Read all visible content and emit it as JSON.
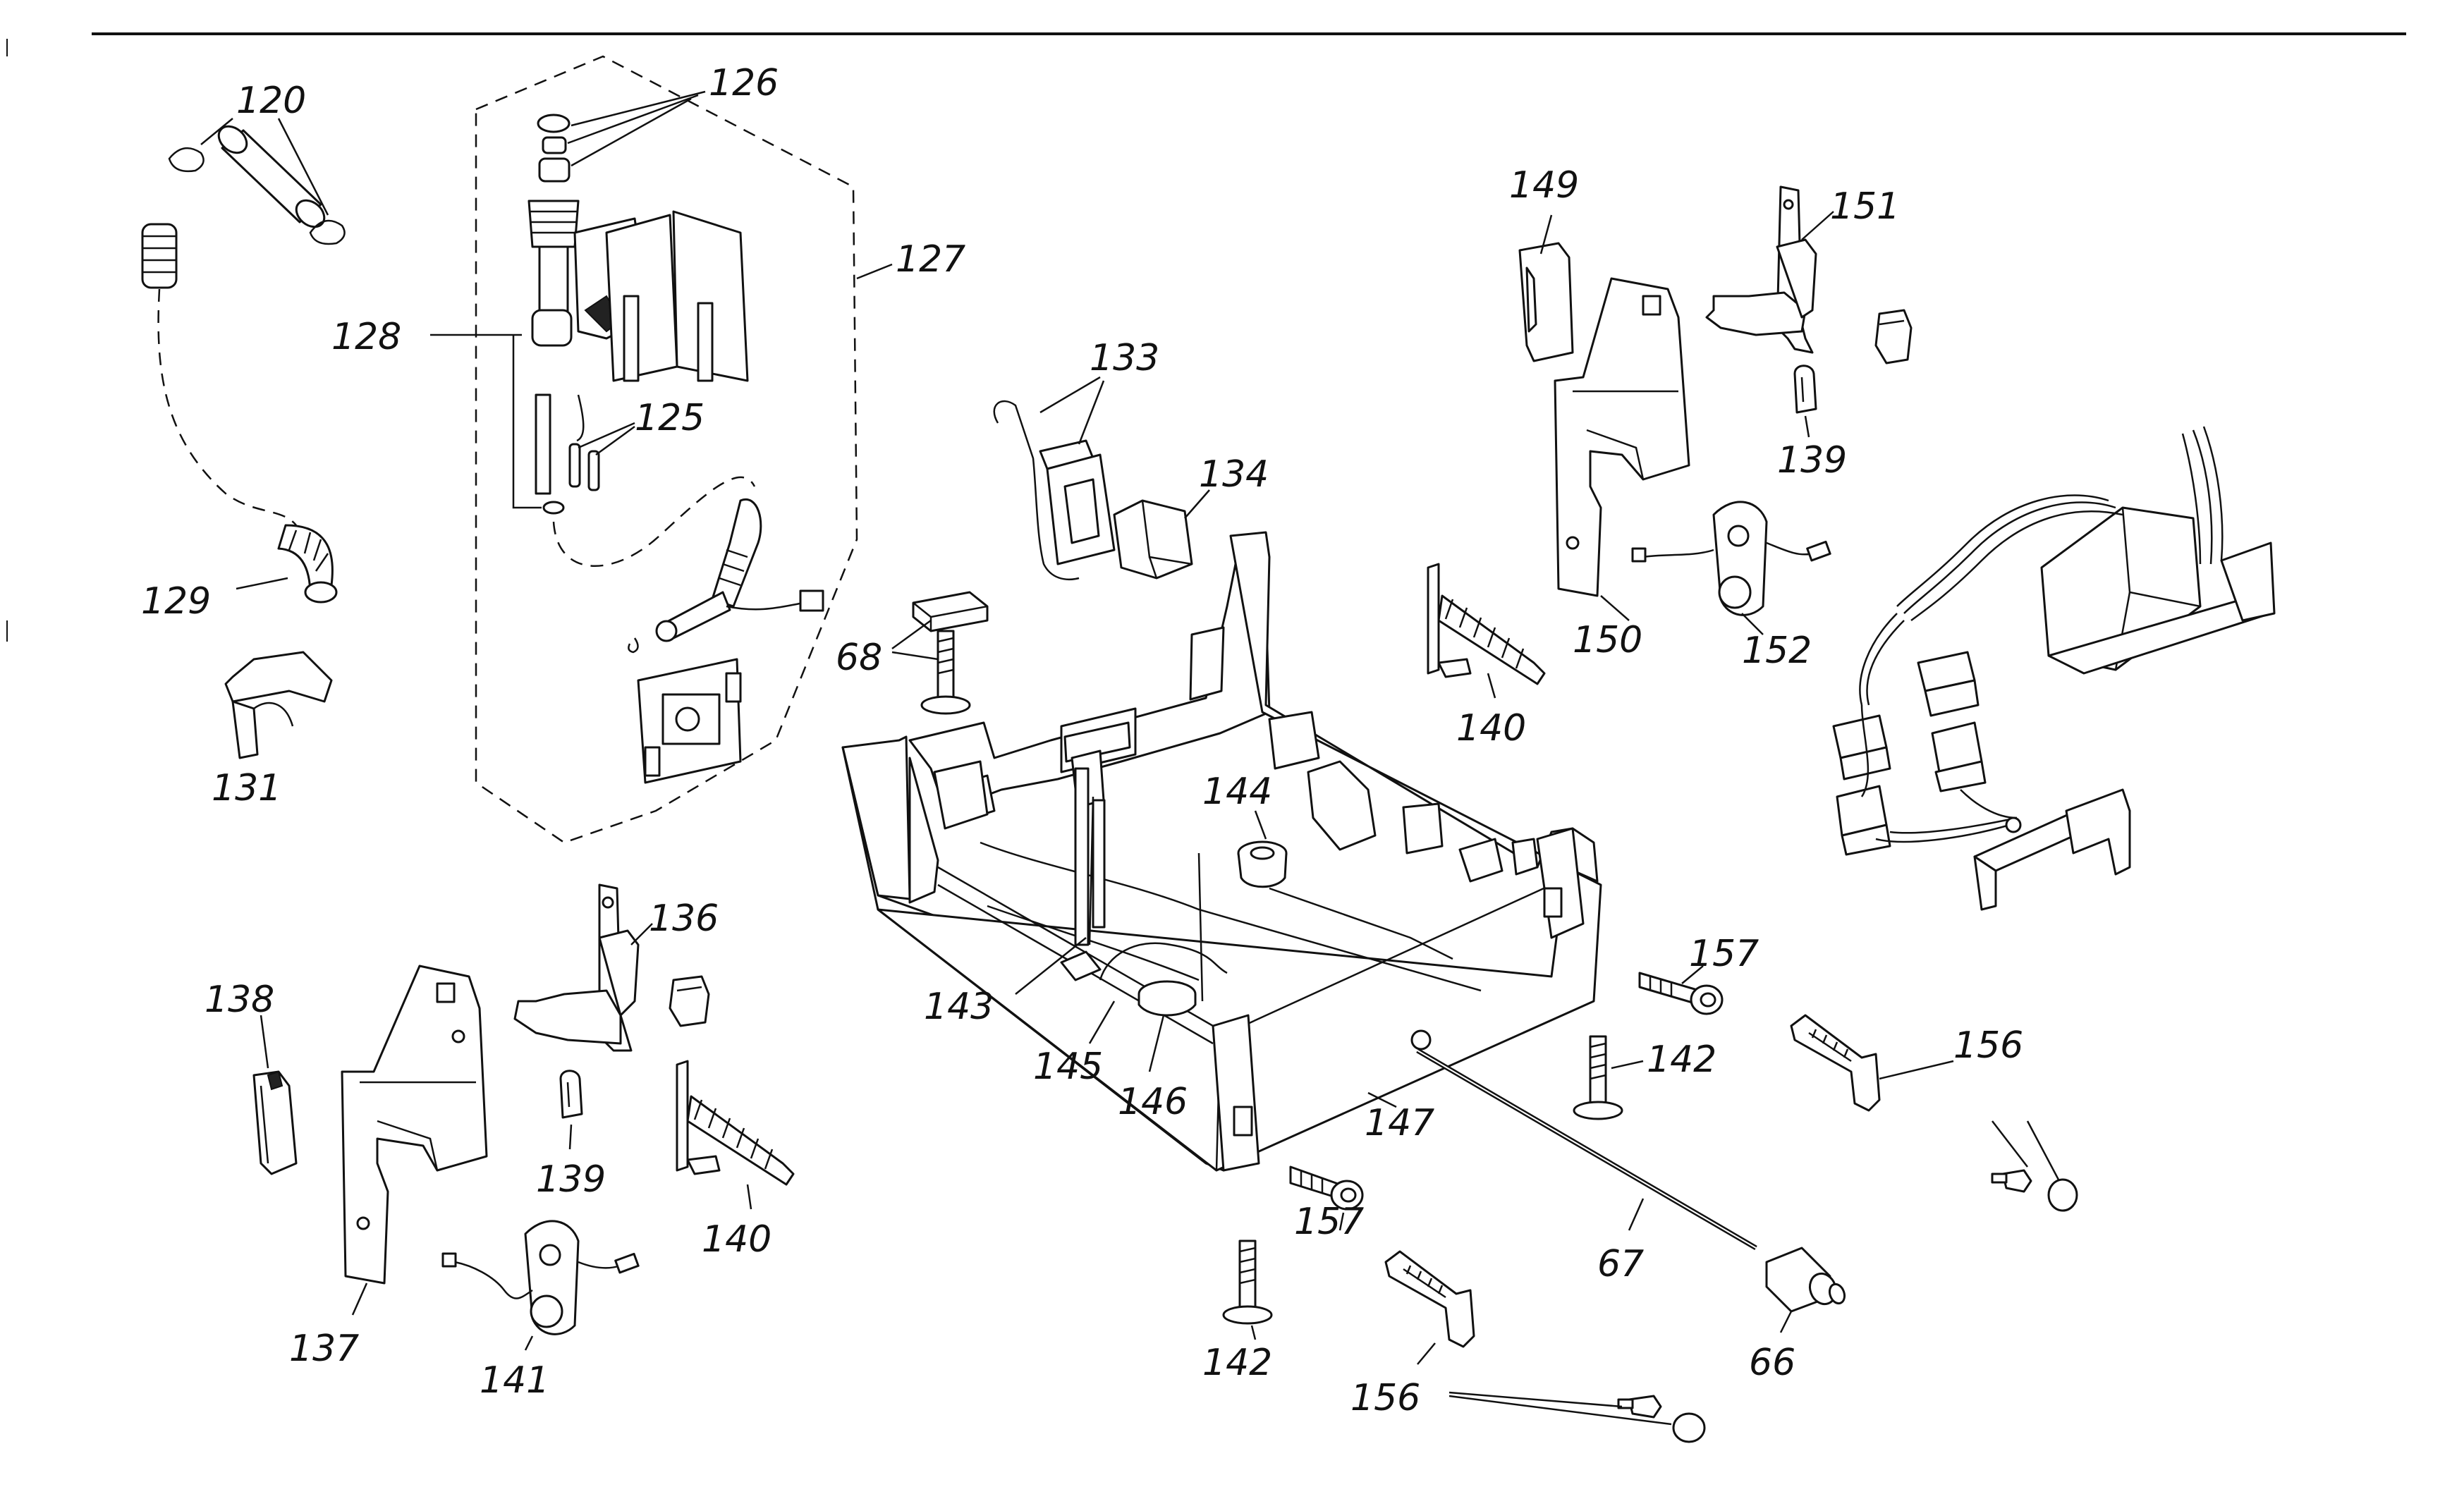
{
  "labels": {
    "l120": "120",
    "l126": "126",
    "l127": "127",
    "l128": "128",
    "l125": "125",
    "l129": "129",
    "l131": "131",
    "l133": "133",
    "l134": "134",
    "l68": "68",
    "l149": "149",
    "l151": "151",
    "l139a": "139",
    "l150": "150",
    "l152": "152",
    "l140a": "140",
    "l144": "144",
    "l143": "143",
    "l145": "145",
    "l146": "146",
    "l136": "136",
    "l138": "138",
    "l139b": "139",
    "l140b": "140",
    "l137": "137",
    "l141": "141",
    "l157a": "157",
    "l142a": "142",
    "l147": "147",
    "l157b": "157",
    "l142b": "142",
    "l156a": "156",
    "l156b": "156",
    "l67": "67",
    "l66": "66"
  }
}
